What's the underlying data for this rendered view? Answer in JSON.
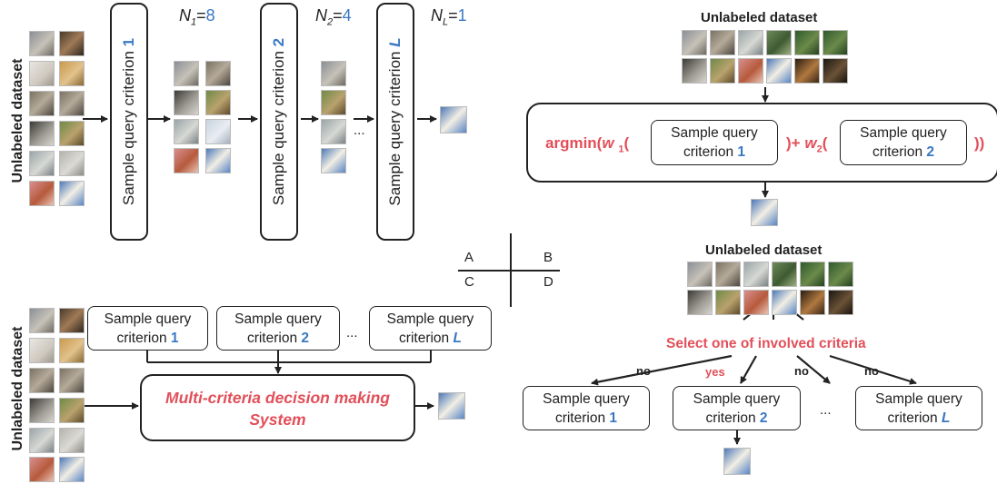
{
  "quadrant_labels": {
    "a": "A",
    "b": "B",
    "c": "C",
    "d": "D"
  },
  "panel_a": {
    "side_label": "Unlabeled dataset",
    "criterion_prefix": "Sample query criterion",
    "criteria": [
      {
        "text": "Sample query criterion",
        "index": "1"
      },
      {
        "text": "Sample query criterion",
        "index": "2"
      },
      {
        "text": "Sample query criterion",
        "index": "L"
      }
    ],
    "counts": [
      {
        "var": "N",
        "sub": "1",
        "value": "8"
      },
      {
        "var": "N",
        "sub": "2",
        "value": "4"
      },
      {
        "var": "N",
        "sub": "L",
        "value": "1"
      }
    ],
    "ellipsis": "..."
  },
  "panel_b": {
    "dataset_label": "Unlabeled dataset",
    "argmin_open": "argmin(",
    "w1_var": "w",
    "w1_sub": "1",
    "paren": "(",
    "plus": ")+",
    "w2_var": "w",
    "w2_sub": "2",
    "close": "))",
    "criterion1_line1": "Sample query",
    "criterion1_line2": "criterion",
    "criterion1_index": "1",
    "criterion2_line1": "Sample query",
    "criterion2_line2": "criterion",
    "criterion2_index": "2"
  },
  "panel_c": {
    "side_label": "Unlabeled dataset",
    "criteria": [
      {
        "line1": "Sample query",
        "line2": "criterion",
        "index": "1"
      },
      {
        "line1": "Sample query",
        "line2": "criterion",
        "index": "2"
      },
      {
        "line1": "Sample query",
        "line2": "criterion",
        "index": "L"
      }
    ],
    "ellipsis": "...",
    "mcdm_line1": "Multi-criteria decision making",
    "mcdm_line2": "System"
  },
  "panel_d": {
    "dataset_label": "Unlabeled dataset",
    "select_label": "Select one of involved criteria",
    "branch_labels": [
      "no",
      "yes",
      "no",
      "no"
    ],
    "criteria": [
      {
        "line1": "Sample query",
        "line2": "criterion",
        "index": "1"
      },
      {
        "line1": "Sample query",
        "line2": "criterion",
        "index": "2"
      },
      {
        "line1": "Sample query",
        "line2": "criterion",
        "index": "L"
      }
    ],
    "ellipsis": "..."
  },
  "colors": {
    "accent_blue": "#3a78c2",
    "accent_red": "#e24f59",
    "stroke": "#222222"
  }
}
